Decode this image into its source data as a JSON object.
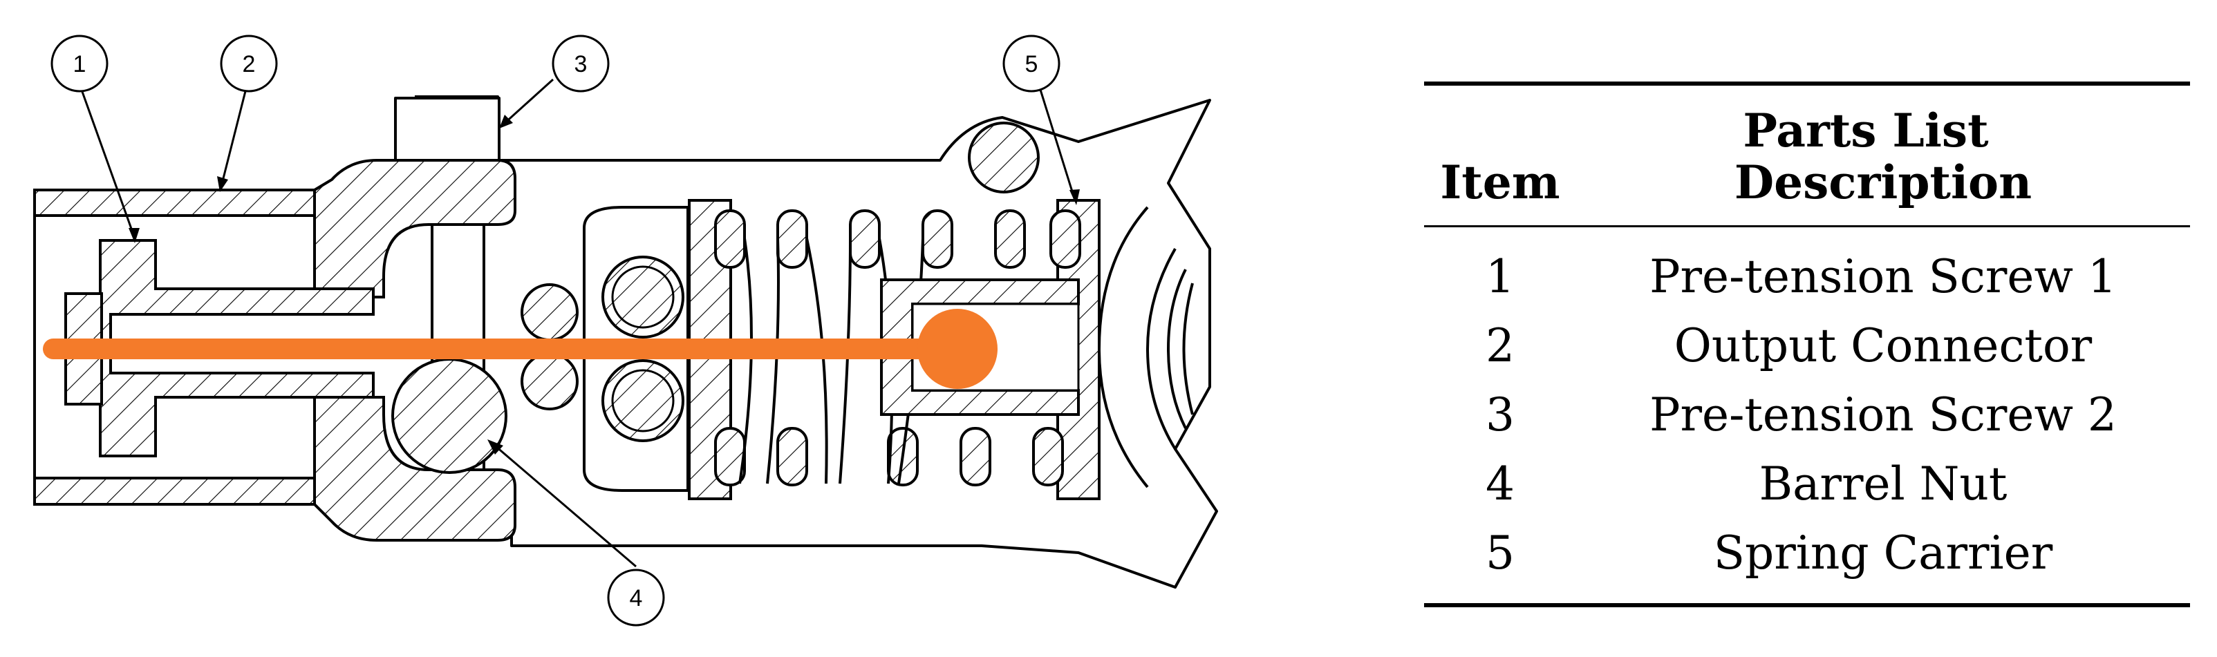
{
  "callouts": [
    "1",
    "2",
    "3",
    "4",
    "5"
  ],
  "table": {
    "title": "Parts List",
    "headers": {
      "item": "Item",
      "description": "Description"
    },
    "rows": [
      {
        "item": "1",
        "description": "Pre-tension Screw 1"
      },
      {
        "item": "2",
        "description": "Output Connector"
      },
      {
        "item": "3",
        "description": "Pre-tension Screw 2"
      },
      {
        "item": "4",
        "description": "Barrel Nut"
      },
      {
        "item": "5",
        "description": "Spring Carrier"
      }
    ]
  },
  "colors": {
    "line": "#000000",
    "accent": "#f47b2a",
    "background": "#ffffff"
  }
}
